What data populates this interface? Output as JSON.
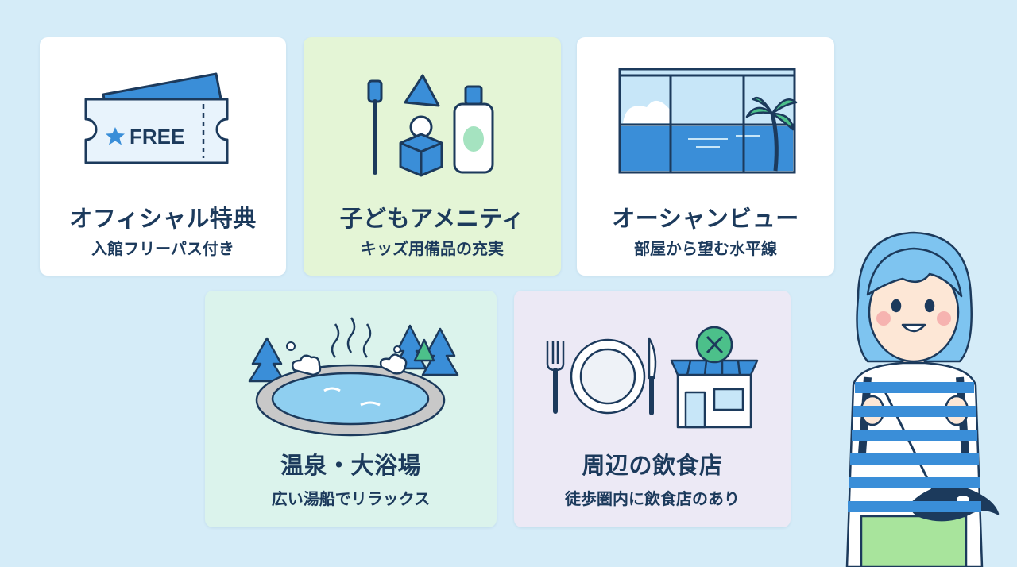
{
  "cards": {
    "official": {
      "title": "オフィシャル特典",
      "subtitle": "入館フリーパス付き",
      "icon": "ticket-icon",
      "ticket_text": "FREE"
    },
    "kids": {
      "title": "子どもアメニティ",
      "subtitle": "キッズ用備品の充実",
      "icon": "amenities-icon"
    },
    "ocean": {
      "title": "オーシャンビュー",
      "subtitle": "部屋から望む水平線",
      "icon": "ocean-window-icon"
    },
    "onsen": {
      "title": "温泉・大浴場",
      "subtitle": "広い湯船でリラックス",
      "icon": "hot-spring-icon"
    },
    "food": {
      "title": "周辺の飲食店",
      "subtitle": "徒歩圏内に飲食店のあり",
      "icon": "restaurant-icon"
    }
  },
  "illustration": {
    "icon": "girl-with-orca-plush"
  },
  "colors": {
    "background": "#d5ecf8",
    "text": "#1c3a5c",
    "accent_blue": "#3a8ed8",
    "kids_card": "#e4f5d6",
    "onsen_card": "#dbf3ec",
    "food_card": "#ece9f5"
  }
}
